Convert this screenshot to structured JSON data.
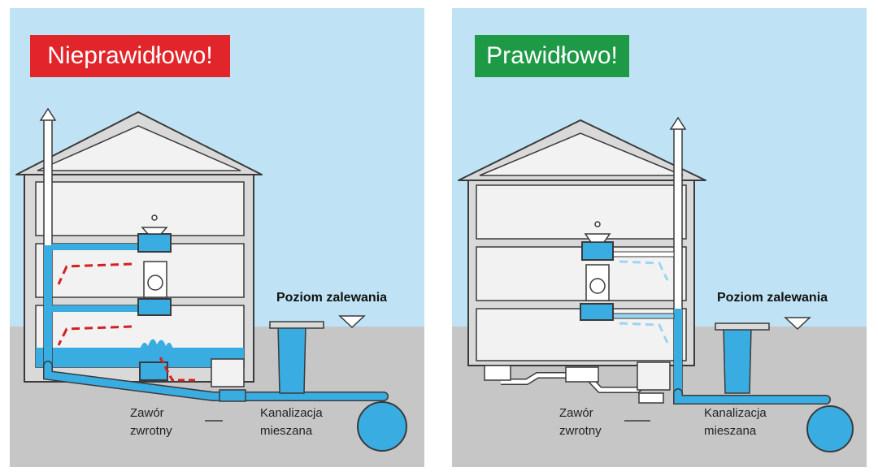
{
  "colors": {
    "sky": "#bfe3f4",
    "ground": "#c6c6c6",
    "wall": "#d9d9d9",
    "floor_fill": "#f2f2f2",
    "outline": "#3a3a3a",
    "water": "#39ade2",
    "wrong_badge": "#e2252b",
    "right_badge": "#1e9a47",
    "wrong_arrow": "#d42020",
    "right_arrow": "#9ad6ef"
  },
  "panels": [
    {
      "id": "wrong",
      "status": "Nieprawidłowo!",
      "level_label": "Poziom zalewania",
      "valve_label": [
        "Zawór",
        "zwrotny"
      ],
      "sewer_label": [
        "Kanalizacja",
        "mieszana"
      ]
    },
    {
      "id": "correct",
      "status": "Prawidłowo!",
      "level_label": "Poziom zalewania",
      "valve_label": [
        "Zawór",
        "zwrotny"
      ],
      "sewer_label": [
        "Kanalizacja",
        "mieszana"
      ]
    }
  ]
}
